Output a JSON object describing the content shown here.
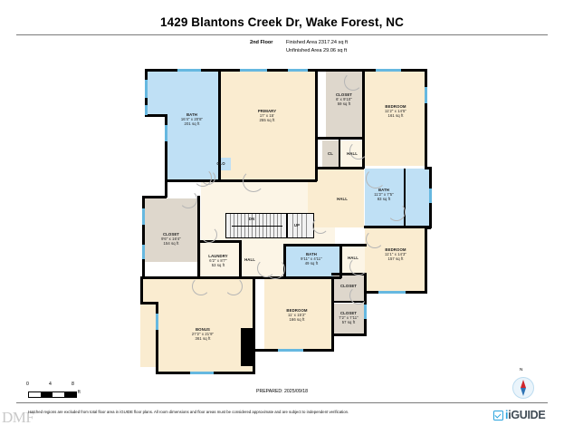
{
  "header": {
    "title": "1429 Blantons Creek Dr, Wake Forest, NC",
    "floor_label": "2nd Floor",
    "finished_area": "Finished Area 2317.24 sq ft",
    "unfinished_area": "Unfinished Area 29.06 sq ft"
  },
  "rooms": [
    {
      "name": "BATH",
      "dims": "16'4\" x 20'8\"",
      "area": "201 sq ft"
    },
    {
      "name": "PRIMARY",
      "dims": "17' x 15'",
      "area": "255 sq ft"
    },
    {
      "name": "CLOSET",
      "dims": "6' x 9'10\"",
      "area": "59 sq ft"
    },
    {
      "name": "BEDROOM",
      "dims": "11'2\" x 14'5\"",
      "area": "161 sq ft"
    },
    {
      "name": "CLOSET",
      "dims": "9'6\" x 16'4\"",
      "area": "154 sq ft"
    },
    {
      "name": "LAUNDRY",
      "dims": "6'2\" x 8'7\"",
      "area": "53 sq ft"
    },
    {
      "name": "BATH",
      "dims": "9'11\" x 4'11\"",
      "area": "49 sq ft"
    },
    {
      "name": "BATH",
      "dims": "11'2\" x 7'5\"",
      "area": "83 sq ft"
    },
    {
      "name": "BEDROOM",
      "dims": "11'1\" x 14'3\"",
      "area": "157 sq ft"
    },
    {
      "name": "BONUS",
      "dims": "27'2\" x 21'9\"",
      "area": "361 sq ft"
    },
    {
      "name": "BEDROOM",
      "dims": "11' x 15'2\"",
      "area": "166 sq ft"
    },
    {
      "name": "CLOSET",
      "dims": "7'2\" x 7'11\"",
      "area": "57 sq ft"
    }
  ],
  "small_labels": {
    "clo": "CLO",
    "cl": "CL",
    "closet_plain": "CLOSET",
    "hall1": "HALL",
    "hall2": "HALL",
    "hall3": "HALL",
    "hall4": "HALL",
    "hall5": "HALL",
    "dn": "DN",
    "up": "UP"
  },
  "scale": {
    "zero": "0",
    "mid": "4",
    "max": "8",
    "unit": "ft"
  },
  "footer": {
    "prepared": "PREPARED: 2025/09/18",
    "disclaimer": "Hatched regions are excluded from total floor area in iGUIDE floor plans. All room dimensions and floor areas must be considered approximate and are subject to independent verification.",
    "watermark": "DMF",
    "brand": "iGUIDE",
    "brand_prefix": "i",
    "compass_label": "N"
  },
  "colors": {
    "wall": "#000000",
    "beige": "#faecd0",
    "blue": "#bfe0f5",
    "grey": "#ded7cc",
    "hall": "#fcf5e6",
    "window": "#66b8e0",
    "brand": "#2aa3dd"
  }
}
